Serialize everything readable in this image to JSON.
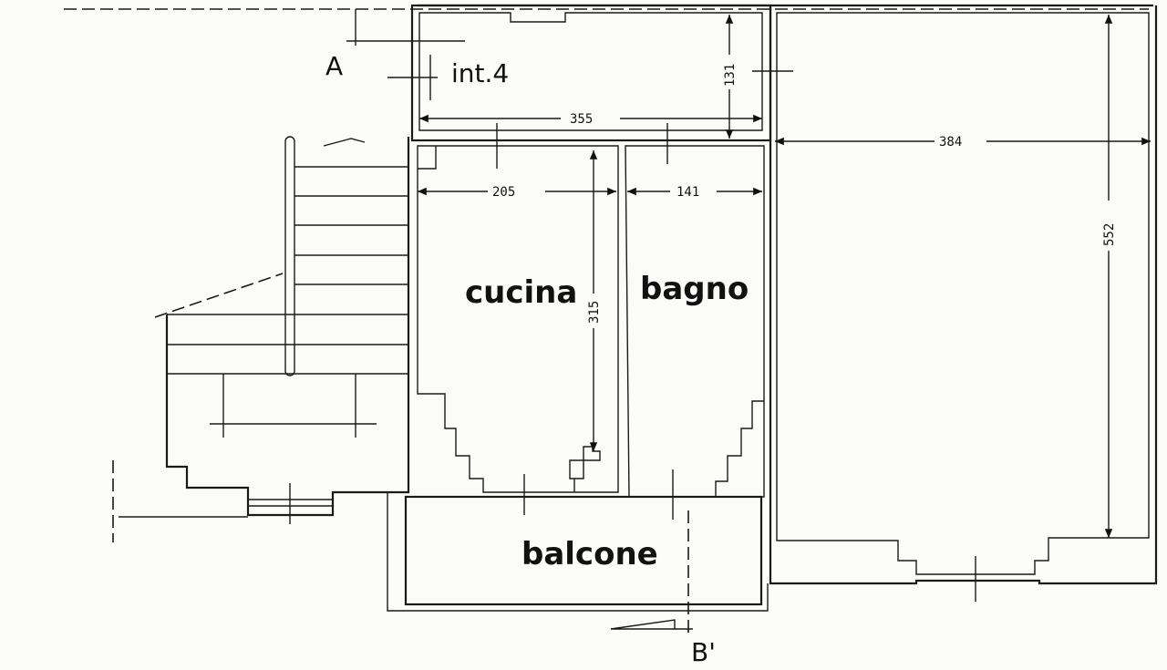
{
  "plan": {
    "unit_label": "int.4",
    "section_marks": {
      "a": "A",
      "b": "B'"
    },
    "rooms": {
      "kitchen": "cucina",
      "bathroom": "bagno",
      "balcony": "balcone"
    },
    "dimensions": {
      "top_width": "355",
      "top_height": "131",
      "right_width": "384",
      "right_height": "552",
      "kitchen_width": "205",
      "kitchen_height": "315",
      "bathroom_width": "141"
    }
  }
}
